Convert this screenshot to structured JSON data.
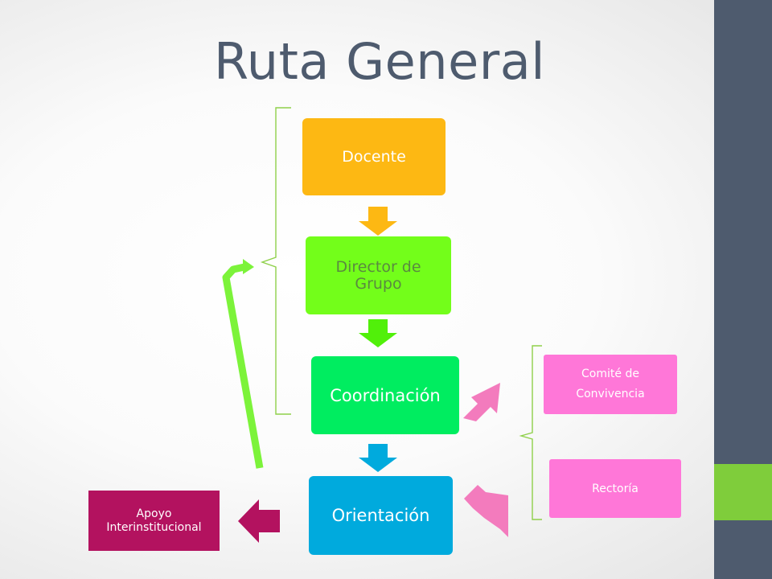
{
  "slide": {
    "title": "Ruta General"
  },
  "nodes": {
    "docente": "Docente",
    "director": "Director de Grupo",
    "coordinacion": "Coordinación",
    "orientacion": "Orientación",
    "comite_line1": "Comité de",
    "comite_line2": "Convivencia",
    "rectoria": "Rectoría",
    "apoyo_line1": "Apoyo",
    "apoyo_line2": "Interinstitucional"
  },
  "colors": {
    "title": "#4e5b6e",
    "sidebar": "#4e5b6e",
    "sidebar_accent": "#7fcd3b",
    "docente": "#fdb813",
    "director": "#73fe1a",
    "coordinacion": "#00ed60",
    "orientacion": "#00aadd",
    "comite": "#ff77d8",
    "rectoria": "#ff77d8",
    "apoyo": "#b3125f",
    "bracket": "#8fd04a",
    "return_arrow": "#7cf33a"
  }
}
